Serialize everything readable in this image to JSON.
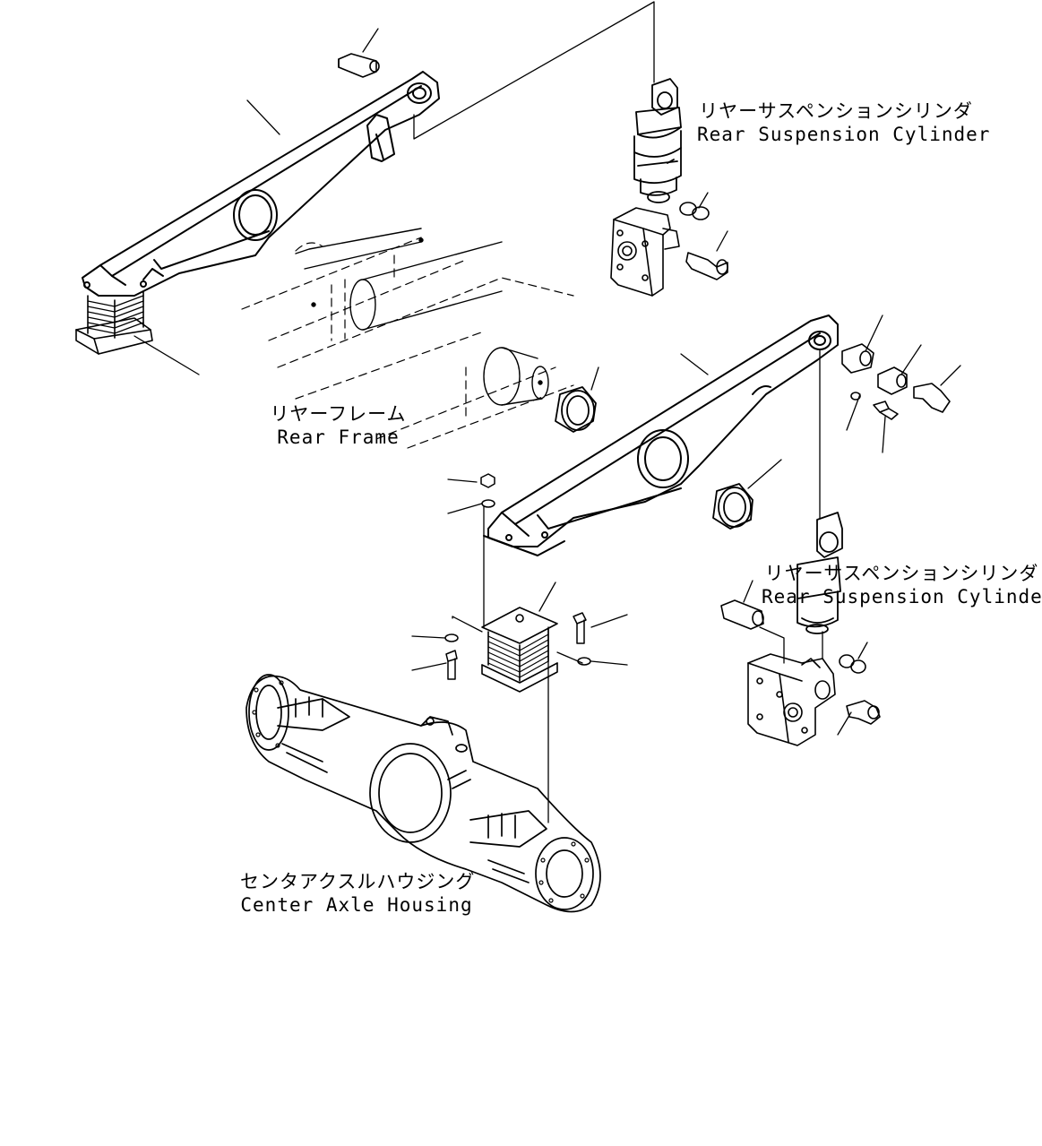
{
  "labels": {
    "cyl_top_jp": "リヤーサスペンションシリンダ",
    "cyl_top_en": "Rear Suspension Cylinder",
    "frame_jp": "リヤーフレーム",
    "frame_en": "Rear Frame",
    "cyl_right_jp": "リヤーサスペンションシリンダ",
    "cyl_right_en": "Rear Suspension Cylinder",
    "axle_jp": "センタアクスルハウジング",
    "axle_en": "Center Axle Housing"
  },
  "colors": {
    "ink": "#000000",
    "background": "#ffffff"
  }
}
